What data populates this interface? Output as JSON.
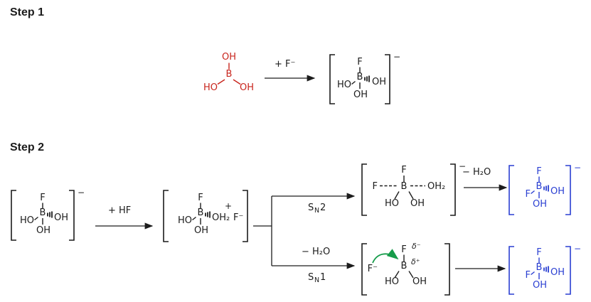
{
  "titles": {
    "step1": "Step 1",
    "step2": "Step 2"
  },
  "atoms": {
    "oh": "OH",
    "ho": "HO",
    "b": "B",
    "f": "F",
    "oh2": "OH₂",
    "f_minus": "F⁻"
  },
  "charges": {
    "minus": "−",
    "plus": "+",
    "delta_minus": "δ⁻",
    "delta_plus": "δ⁺"
  },
  "reaction_labels": {
    "plus_f": "+ F⁻",
    "plus_hf": "+ HF",
    "minus_h2o": "− H₂O",
    "s": "S",
    "n": "N",
    "two": "2",
    "one": "1"
  },
  "colors": {
    "black": "#1c1c1c",
    "red": "#c8251d",
    "blue": "#2a3fd2",
    "green": "#169c4a"
  }
}
